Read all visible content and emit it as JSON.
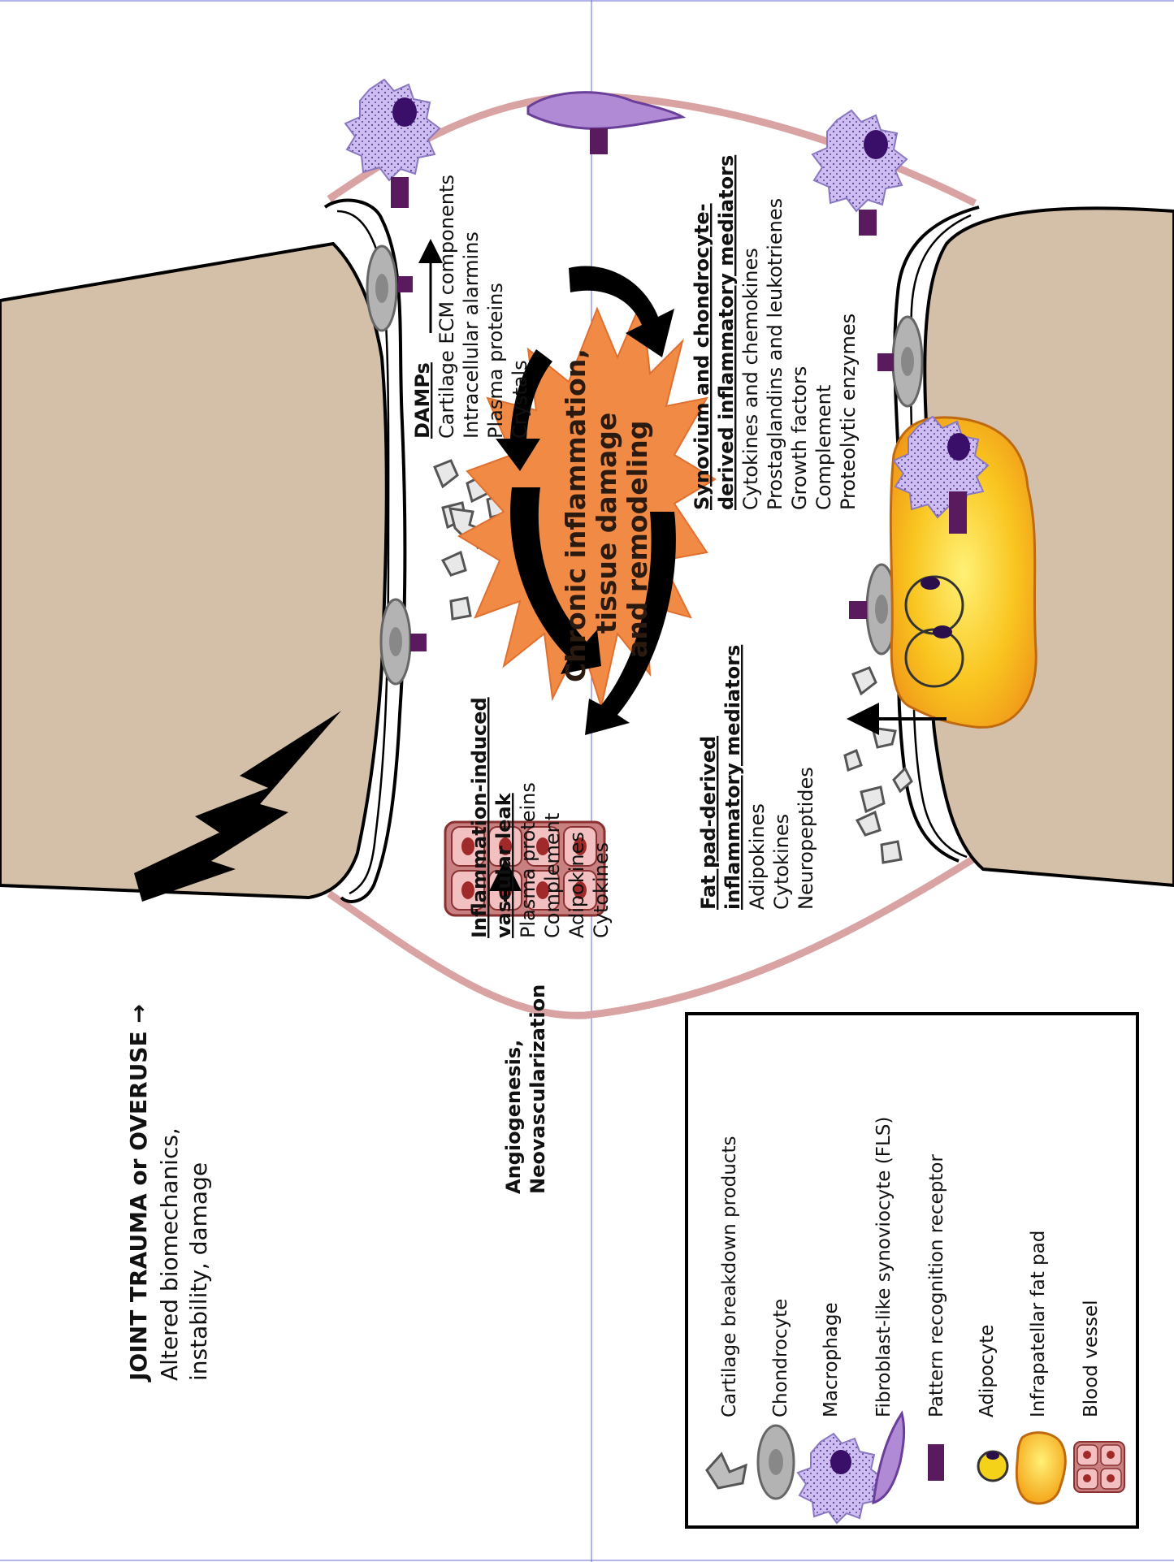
{
  "trauma": {
    "title": "JOINT TRAUMA or OVERUSE →",
    "line2": "Altered biomechanics,",
    "line3": "instability, damage"
  },
  "damps": {
    "heading": "DAMPs",
    "items": [
      "Cartilage ECM components",
      "Intracellular alarmins",
      "Plasma proteins",
      "Crystals"
    ]
  },
  "synovium": {
    "heading1": "Synovium and chondrocyte-",
    "heading2": "derived inflammatory mediators",
    "items": [
      "Cytokines and chemokines",
      "Prostaglandins and leukotrienes",
      "Growth factors",
      "Complement",
      "Proteolytic enzymes"
    ]
  },
  "vascular": {
    "heading1": "Inflammation-induced",
    "heading2": "vascular leak",
    "items": [
      "Plasma proteins",
      "Complement",
      "Adipokines",
      "Cytokines"
    ]
  },
  "fatpad": {
    "heading1": "Fat pad-derived",
    "heading2": "inflammatory mediators",
    "items": [
      "Adipokines",
      "Cytokines",
      "Neuropeptides"
    ]
  },
  "center": {
    "line1": "Chronic inflammation,",
    "line2": "tissue damage",
    "line3": "and remodeling"
  },
  "angiogenesis": {
    "line1": "Angiogenesis,",
    "line2": "Neovascularization"
  },
  "legend": {
    "items": [
      {
        "icon": "cartilage-fragment-icon",
        "label": "Cartilage breakdown products"
      },
      {
        "icon": "chondrocyte-icon",
        "label": "Chondrocyte"
      },
      {
        "icon": "macrophage-icon",
        "label": "Macrophage"
      },
      {
        "icon": "fls-icon",
        "label": "Fibroblast-like synoviocyte (FLS)"
      },
      {
        "icon": "receptor-icon",
        "label": "Pattern recognition receptor"
      },
      {
        "icon": "adipocyte-icon",
        "label": "Adipocyte"
      },
      {
        "icon": "fat-pad-icon",
        "label": "Infrapatellar fat pad"
      },
      {
        "icon": "blood-vessel-icon",
        "label": "Blood vessel"
      }
    ]
  },
  "colors": {
    "bone": "#d4c0a8",
    "synovium": "#d9a3a3",
    "explosion": "#f08a45",
    "receptor": "#5a1a5e",
    "macrophage": "#c9b6ec",
    "fatpad": "#f9c51f"
  }
}
